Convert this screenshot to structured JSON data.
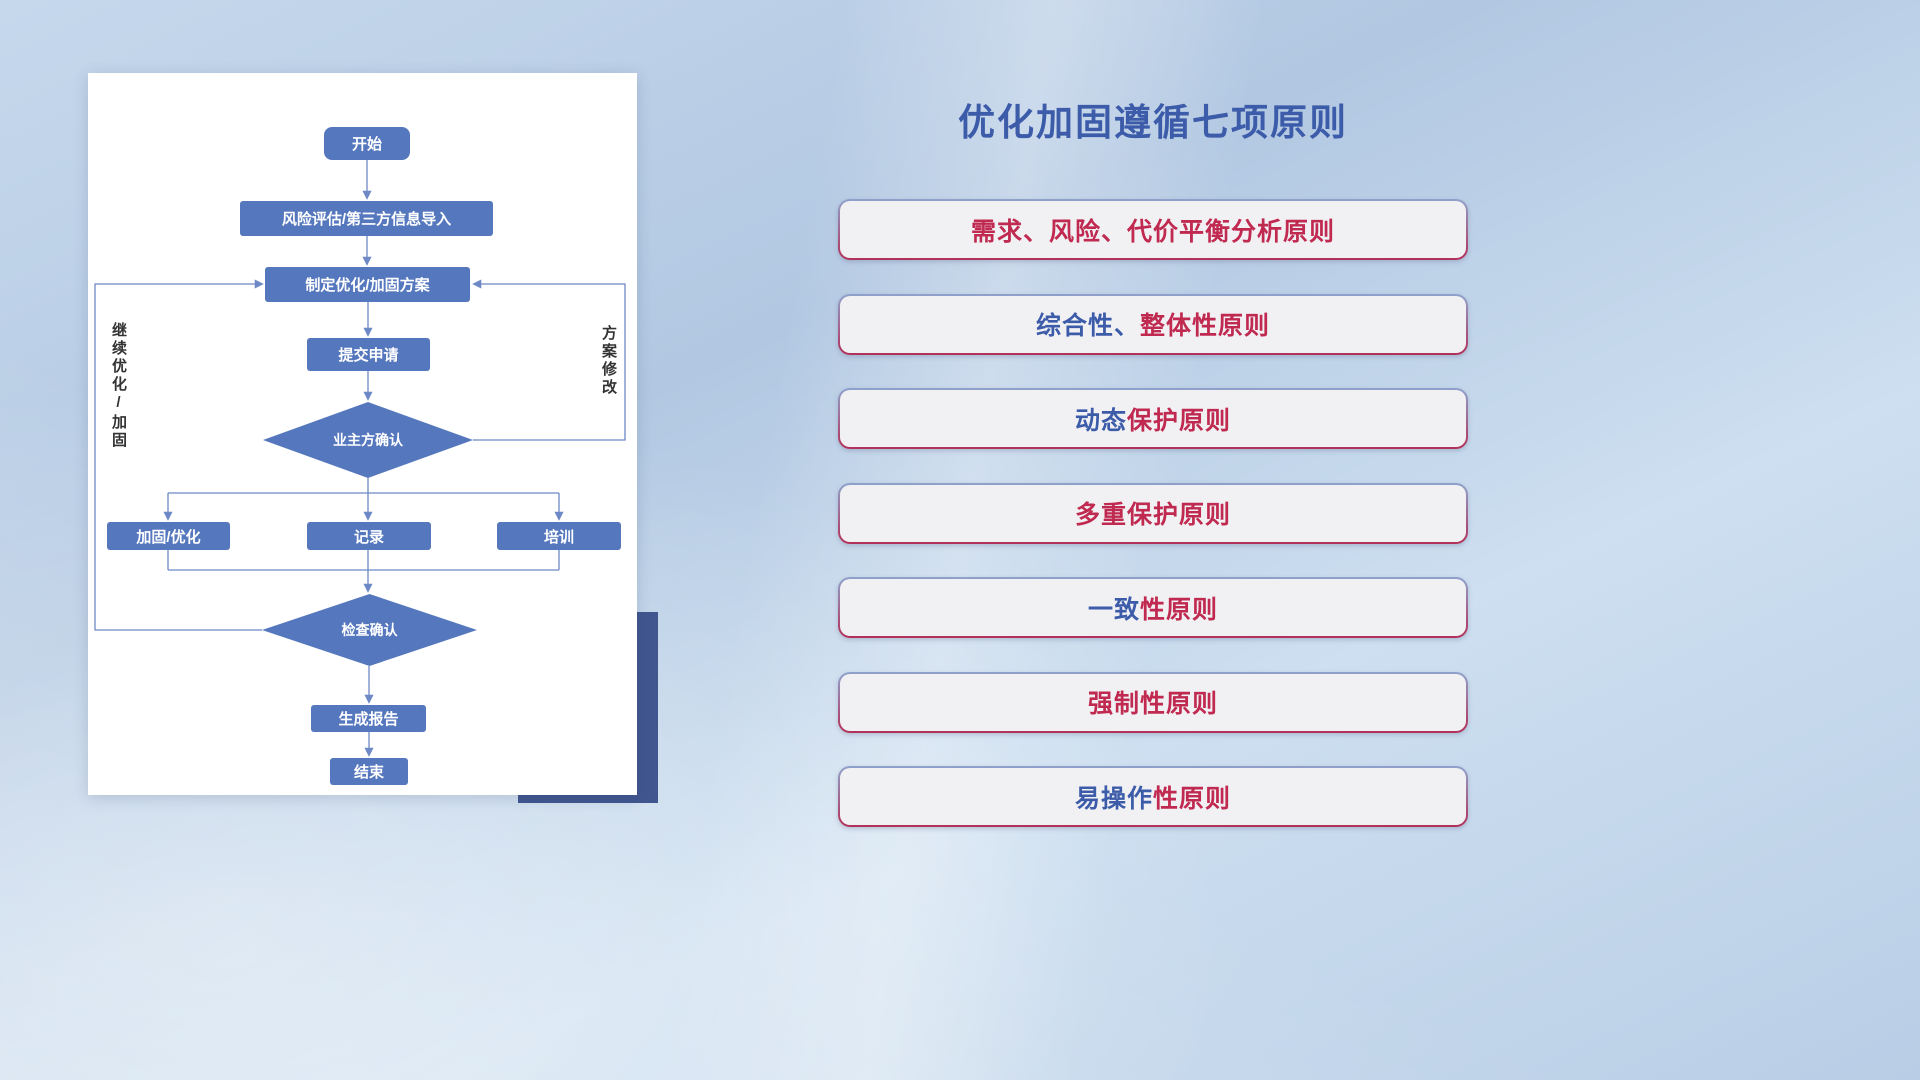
{
  "title": "优化加固遵循七项原则",
  "flowchart": {
    "nodes": {
      "start": "开始",
      "risk": "风险评估/第三方信息导入",
      "plan": "制定优化/加固方案",
      "submit": "提交申请",
      "owner_confirm": "业主方确认",
      "reinforce": "加固/优化",
      "record": "记录",
      "training": "培训",
      "check_confirm": "检查确认",
      "report": "生成报告",
      "end": "结束"
    },
    "edge_labels": {
      "continue_loop": "继续优化/加固",
      "modify_loop": "方案修改"
    }
  },
  "principles": [
    {
      "segments": [
        {
          "text": "需求、风险、代价平衡分析原则",
          "color": "crimson"
        }
      ]
    },
    {
      "segments": [
        {
          "text": "综合性、",
          "color": "blue"
        },
        {
          "text": "整体性原则",
          "color": "crimson"
        }
      ]
    },
    {
      "segments": [
        {
          "text": "动态",
          "color": "blue"
        },
        {
          "text": "保护原则",
          "color": "crimson"
        }
      ]
    },
    {
      "segments": [
        {
          "text": "多重保护原则",
          "color": "crimson"
        }
      ]
    },
    {
      "segments": [
        {
          "text": "一致",
          "color": "blue"
        },
        {
          "text": "性原则",
          "color": "crimson"
        }
      ]
    },
    {
      "segments": [
        {
          "text": "强制性原则",
          "color": "crimson"
        }
      ]
    },
    {
      "segments": [
        {
          "text": "易操作",
          "color": "blue"
        },
        {
          "text": "性原则",
          "color": "crimson"
        }
      ]
    }
  ],
  "colors": {
    "node_blue": "#5577bd",
    "line_blue": "#6d89c6",
    "navy_accent": "#41568f",
    "title_blue": "#3c5ba9",
    "crimson": "#c02950",
    "segment_blue": "#3c5ba9",
    "principle_bg": "#f1f1f4",
    "principle_border_top": "#8ea2cc",
    "principle_border_bottom": "#b23058"
  }
}
